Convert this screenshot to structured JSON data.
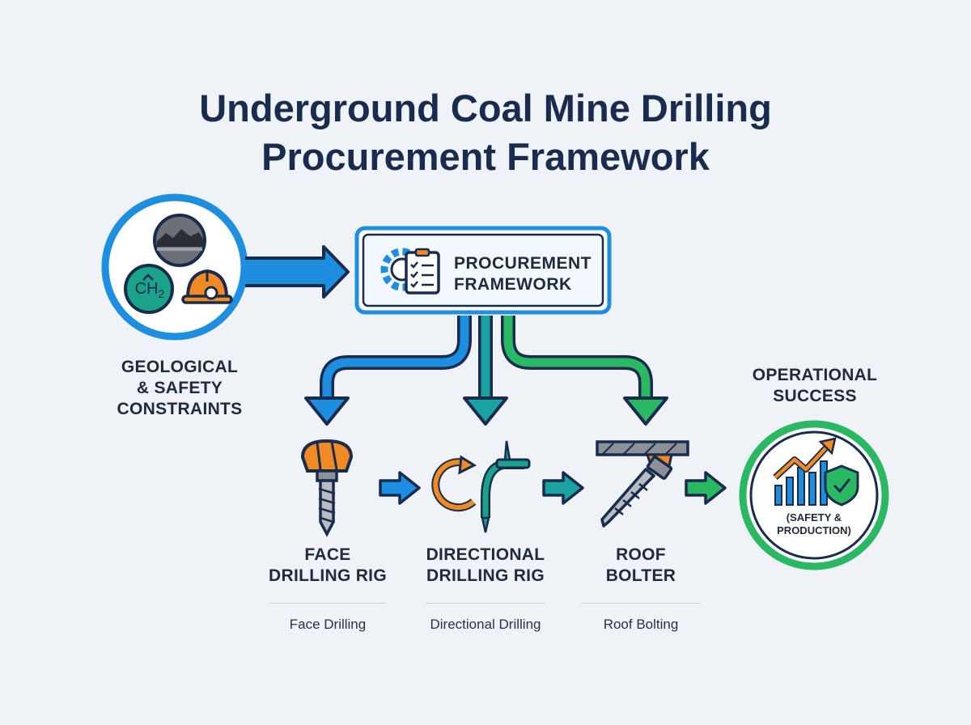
{
  "title_line1": "Underground Coal Mine Drilling",
  "title_line2": "Procurement Framework",
  "constraints": {
    "label_line1": "GEOLOGICAL",
    "label_line2": "& SAFETY",
    "label_line3": "CONSTRAINTS",
    "gas_symbol": "CH",
    "gas_subscript": "2"
  },
  "framework": {
    "label_line1": "PROCUREMENT",
    "label_line2": "FRAMEWORK"
  },
  "rigs": [
    {
      "line1": "FACE",
      "line2": "DRILLING RIG",
      "caption": "Face Drilling"
    },
    {
      "line1": "DIRECTIONAL",
      "line2": "DRILLING RIG",
      "caption": "Directional Drilling"
    },
    {
      "line1": "ROOF",
      "line2": "BOLTER",
      "caption": "Roof Bolting"
    }
  ],
  "outcome": {
    "label_line1": "OPERATIONAL",
    "label_line2": "SUCCESS",
    "inner_line1": "(SAFETY &",
    "inner_line2": "PRODUCTION)"
  },
  "colors": {
    "blue": "#1e8fe0",
    "teal": "#1aa3a0",
    "green": "#2bb862",
    "orange": "#ef8a25",
    "navy": "#1a2c4d"
  }
}
